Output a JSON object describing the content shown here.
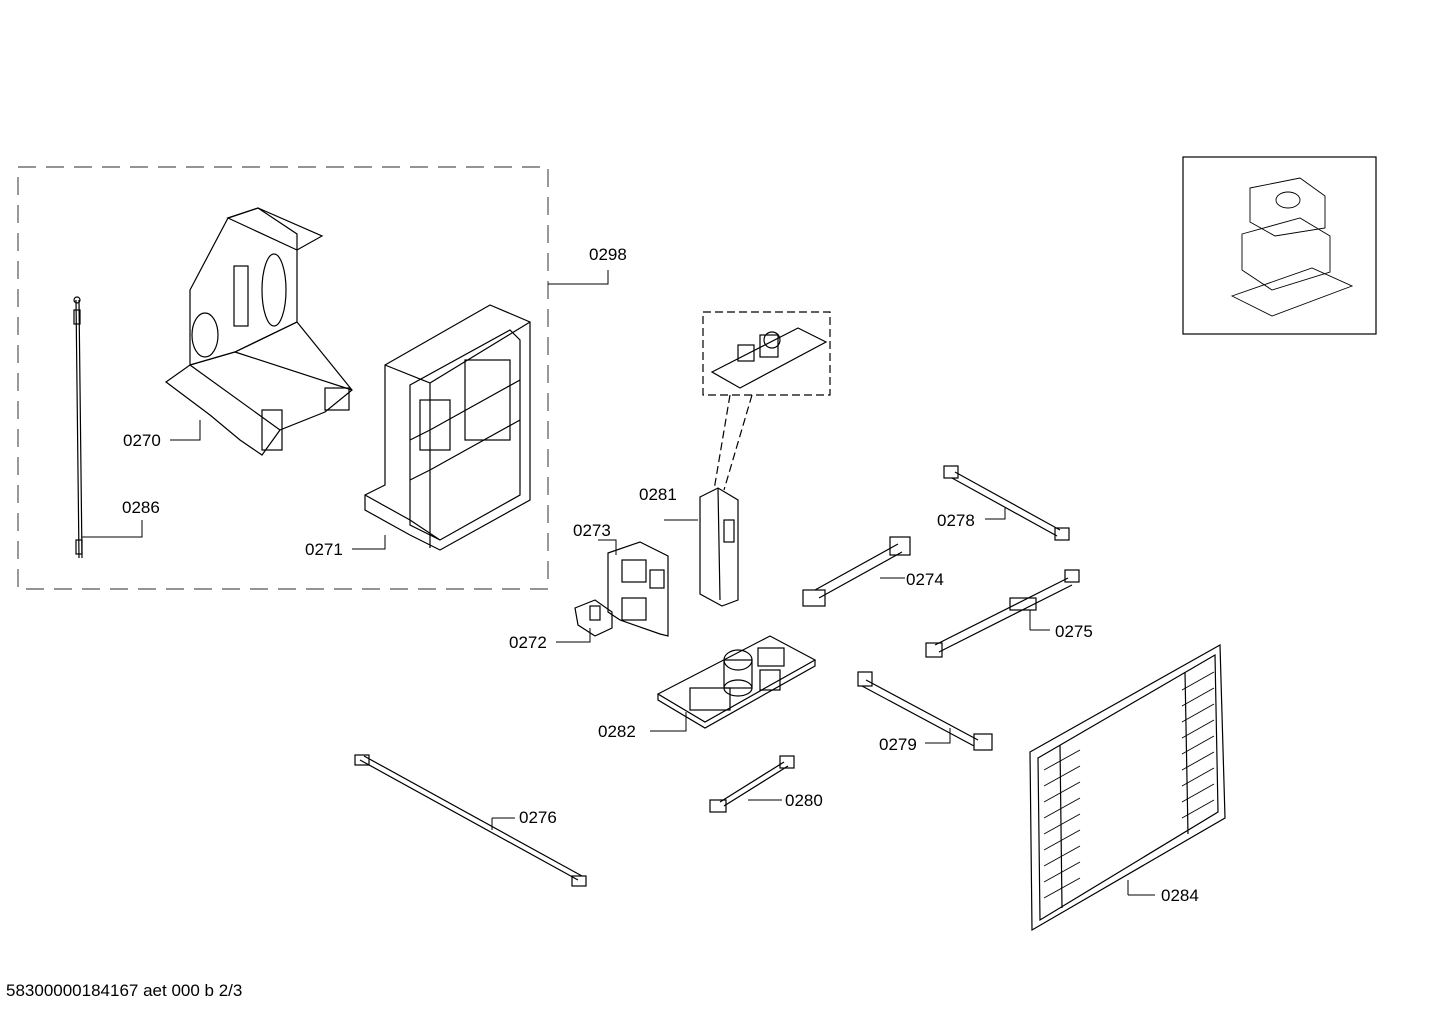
{
  "labels": {
    "p0270": "0270",
    "p0271": "0271",
    "p0272": "0272",
    "p0273": "0273",
    "p0274": "0274",
    "p0275": "0275",
    "p0276": "0276",
    "p0278": "0278",
    "p0279": "0279",
    "p0280": "0280",
    "p0281": "0281",
    "p0282": "0282",
    "p0284": "0284",
    "p0286": "0286",
    "p0298": "0298"
  },
  "footer": "58300000184167 aet 000 b 2/3"
}
